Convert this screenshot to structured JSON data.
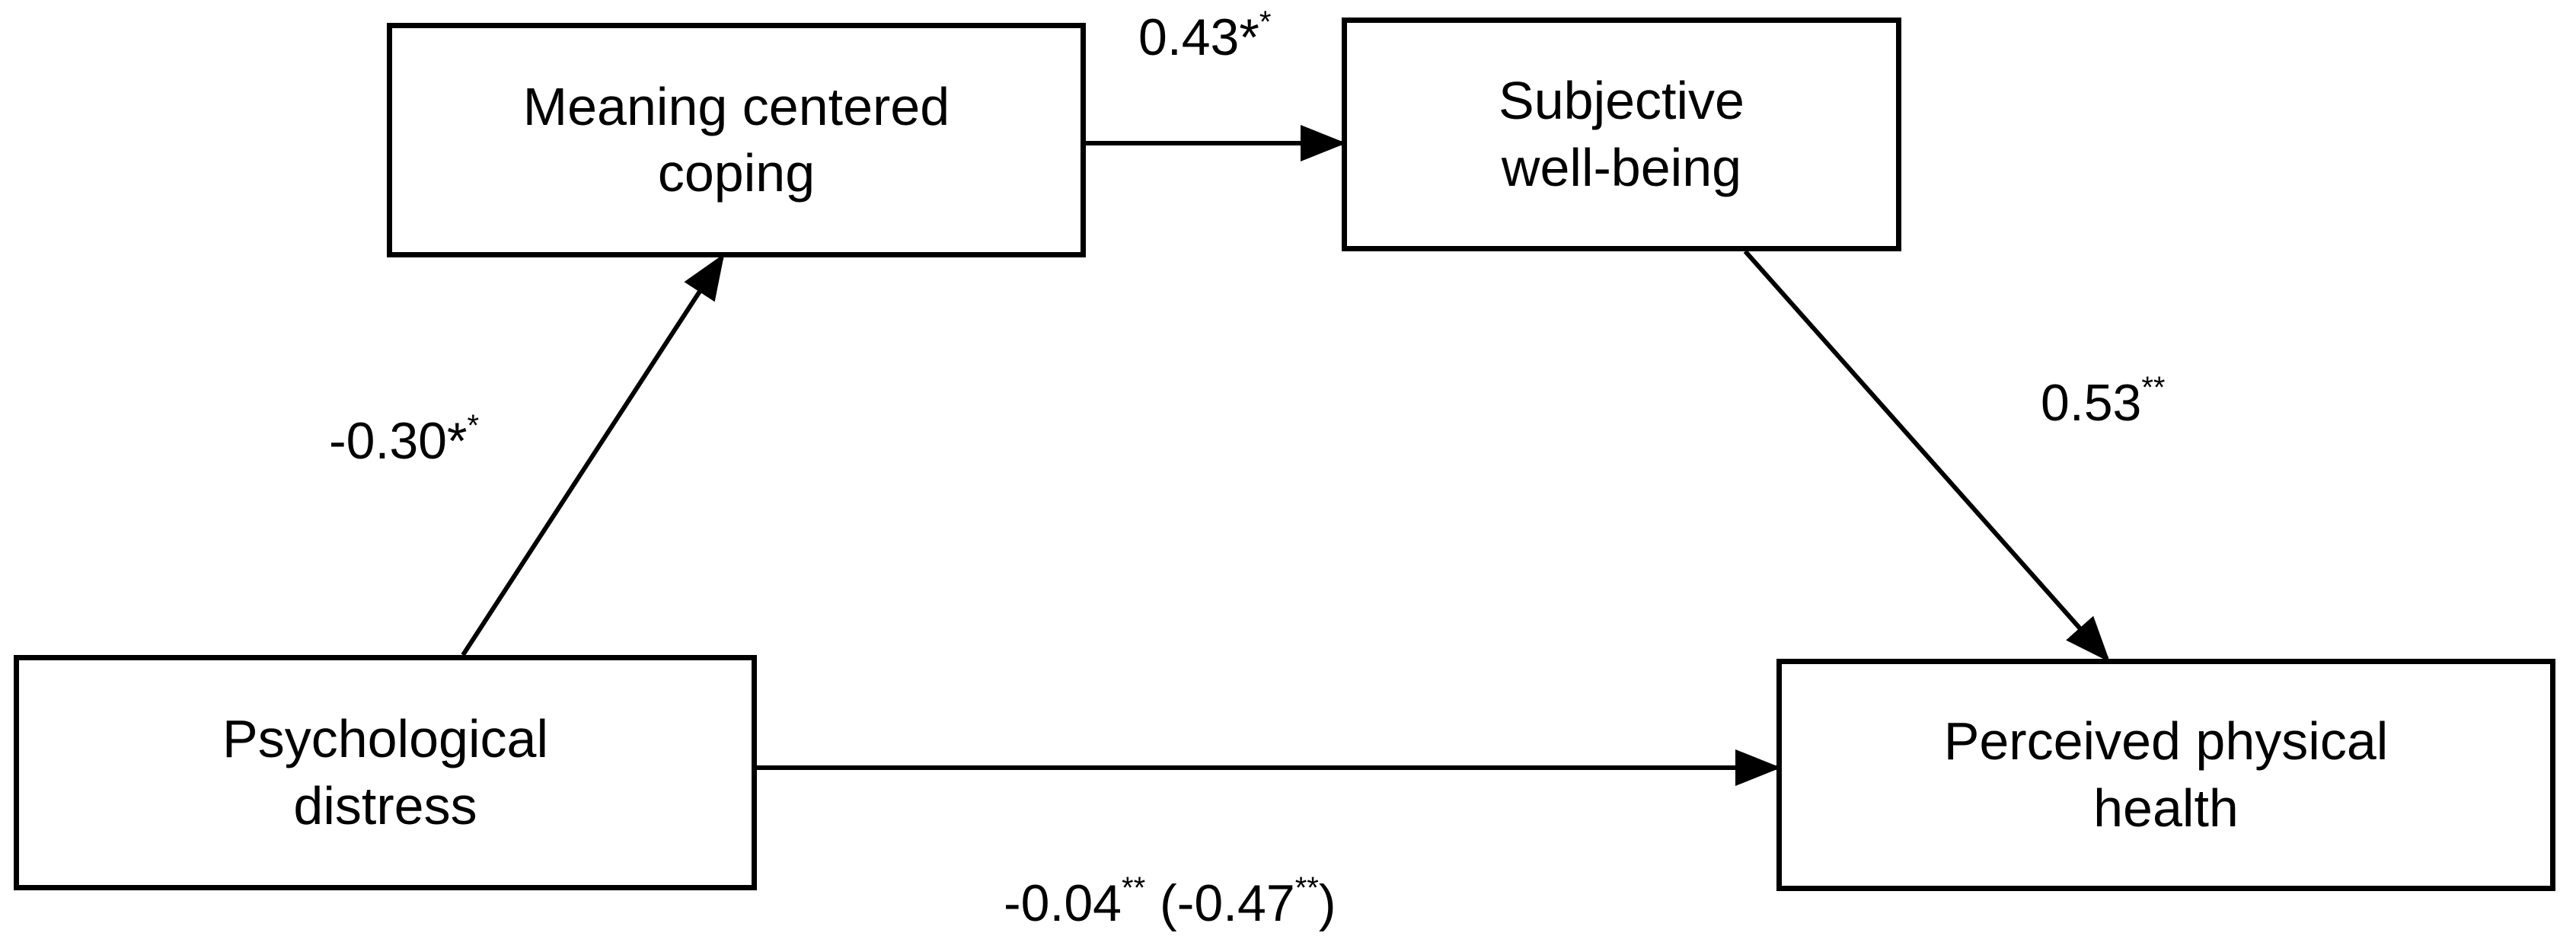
{
  "nodes": {
    "meaning_coping": {
      "line1": "Meaning centered",
      "line2": "coping"
    },
    "subjective_wb": {
      "line1": "Subjective",
      "line2": "well-being"
    },
    "psych_distress": {
      "line1": "Psychological",
      "line2": "distress"
    },
    "physical_health": {
      "line1": "Perceived physical",
      "line2": "health"
    }
  },
  "edges": {
    "coping_to_wb": {
      "value": "0.43",
      "sig1": "*",
      "sig2": "*"
    },
    "wb_to_health": {
      "value": "0.53",
      "sig": "**"
    },
    "distress_to_coping": {
      "value": "-0.30",
      "sig1": "*",
      "sig2": "*"
    },
    "distress_to_health": {
      "value": "-0.04",
      "sig": "**",
      "paren_open": " (",
      "total": "-0.47",
      "total_sig": "**",
      "paren_close": ")"
    }
  }
}
